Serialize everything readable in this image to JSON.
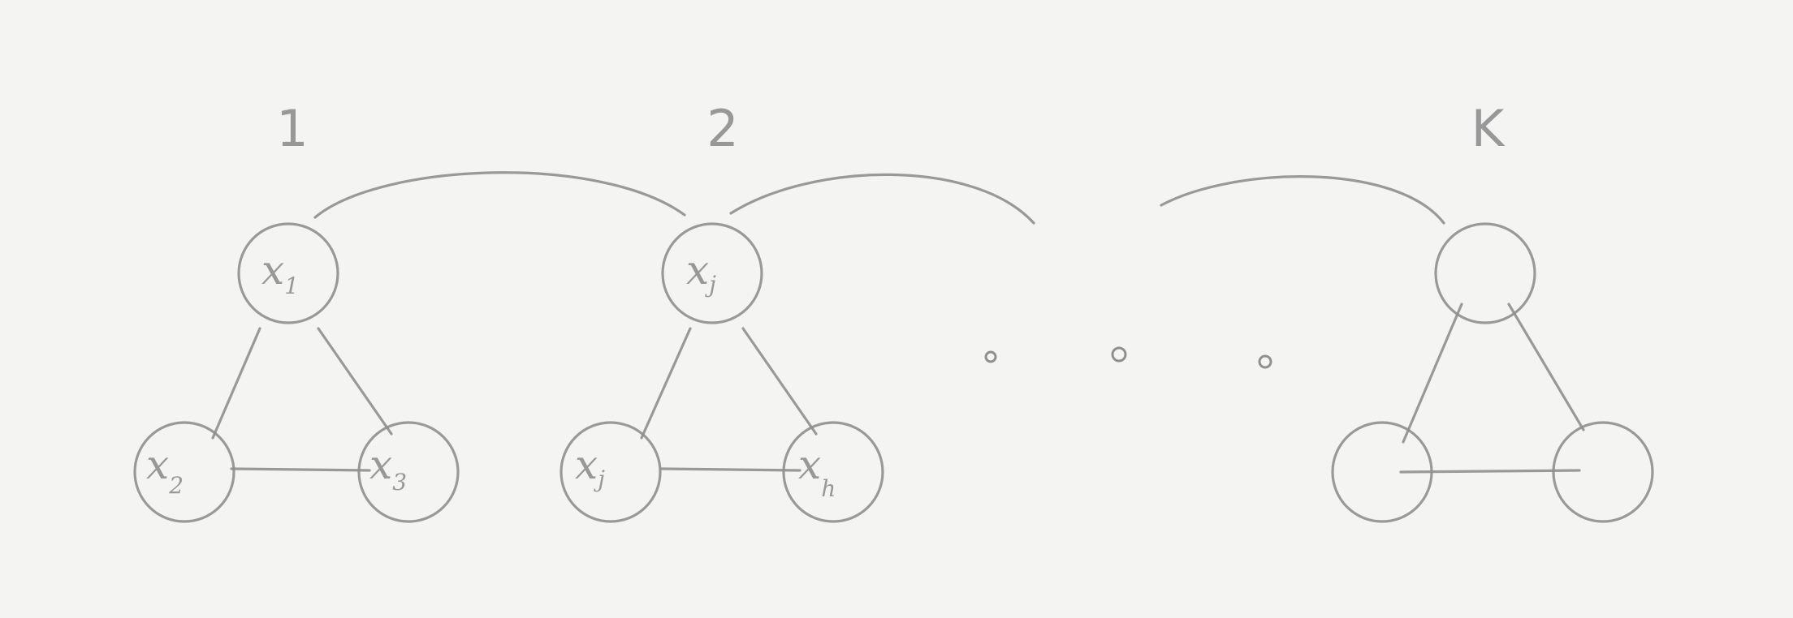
{
  "diagram": {
    "groups": [
      {
        "label": "1",
        "nodes": [
          {
            "base": "x",
            "sub": "1"
          },
          {
            "base": "x",
            "sub": "2"
          },
          {
            "base": "x",
            "sub": "3"
          }
        ]
      },
      {
        "label": "2",
        "nodes": [
          {
            "base": "x",
            "sub": "j"
          },
          {
            "base": "x",
            "sub": "j"
          },
          {
            "base": "x",
            "sub": "h"
          }
        ]
      },
      {
        "label": "K",
        "nodes": [
          {
            "base": "",
            "sub": ""
          },
          {
            "base": "",
            "sub": ""
          },
          {
            "base": "",
            "sub": ""
          }
        ]
      }
    ],
    "ellipsis": "o o o",
    "stroke_color": "#8f8f8f",
    "background_color": "#f4f4f2"
  }
}
